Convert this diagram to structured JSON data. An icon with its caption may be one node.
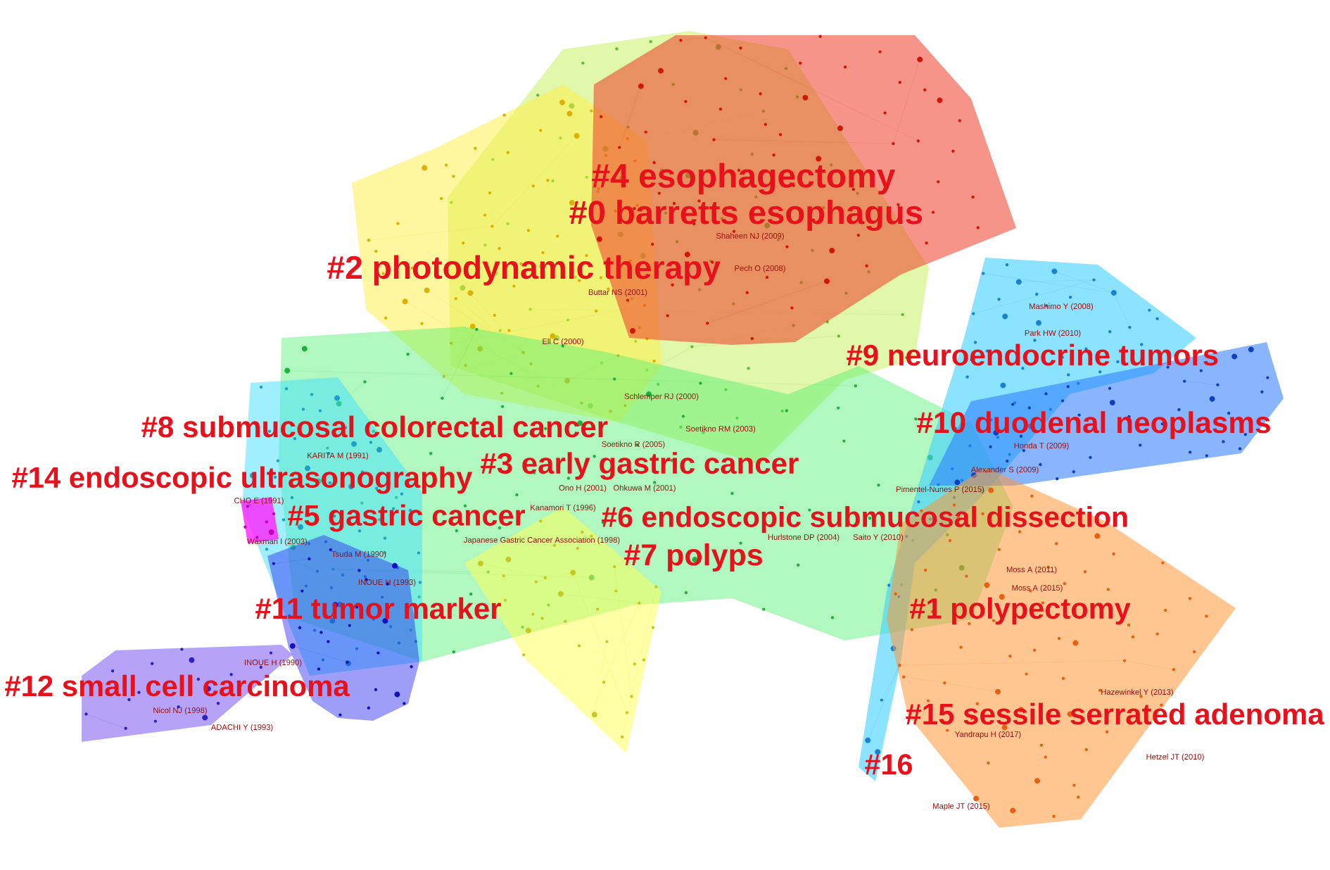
{
  "diagram": {
    "nodes": [
      {
        "text": [
          "#4 esophagectomy"
        ]
      },
      {
        "text": [
          "#0 barretts esophagus"
        ]
      },
      {
        "text": [
          "#2 photodynamic therapy"
        ]
      },
      {
        "text": [
          "#9 neuroendocrine tumors"
        ]
      },
      {
        "text": [
          "#8 submucosal colorectal cancer"
        ]
      },
      {
        "text": [
          "#10 duodenal neoplasms"
        ]
      },
      {
        "text": [
          "#3 early gastric cancer"
        ]
      },
      {
        "text": [
          "#14 endoscopic ultrasonography"
        ]
      },
      {
        "text": [
          "#5 gastric cancer"
        ]
      },
      {
        "text": [
          "#6 endoscopic submucosal dissection"
        ]
      },
      {
        "text": [
          "#7 polyps"
        ]
      },
      {
        "text": [
          "#11 tumor marker"
        ]
      },
      {
        "text": [
          "#1 polypectomy"
        ]
      },
      {
        "text": [
          "#12 small cell carcinoma"
        ]
      },
      {
        "text": [
          "#15 sessile serrated adenoma"
        ]
      },
      {
        "text": [
          "#16"
        ]
      }
    ],
    "labels": [
      "Shaheen NJ (2009)",
      "Pech O (2008)",
      "Buttar NS (2001)",
      "Mashimo Y (2008)",
      "Park HW (2010)",
      "Ell C (2000)",
      "Schlemper RJ (2000)",
      "Soetikno RM (2003)",
      "Soetikno R (2005)",
      "Honda T (2009)",
      "KARITA M (1991)",
      "Alexander S (2009)",
      "Ono H (2001)",
      "Ohkuwa M (2001)",
      "Pimentel-Nunes P (2015)",
      "CHO E (1991)",
      "Kanamori T (1996)",
      "Waxman I (2003)",
      "Japanese Gastric Cancer Association (1998)",
      "Hurlstone DP (2004)",
      "Saito Y (2010)",
      "Tsuda M (1990)",
      "Moss A (2011)",
      "INOUE H (1993)",
      "Moss A (2015)",
      "INOUE H (1990)",
      "Hazewinkel Y (2013)",
      "Nicol NJ (1998)",
      "ADACHI Y (1993)",
      "Yandrapu H (2017)",
      "Hetzel JT (2010)",
      "Maple JT (2015)"
    ]
  }
}
